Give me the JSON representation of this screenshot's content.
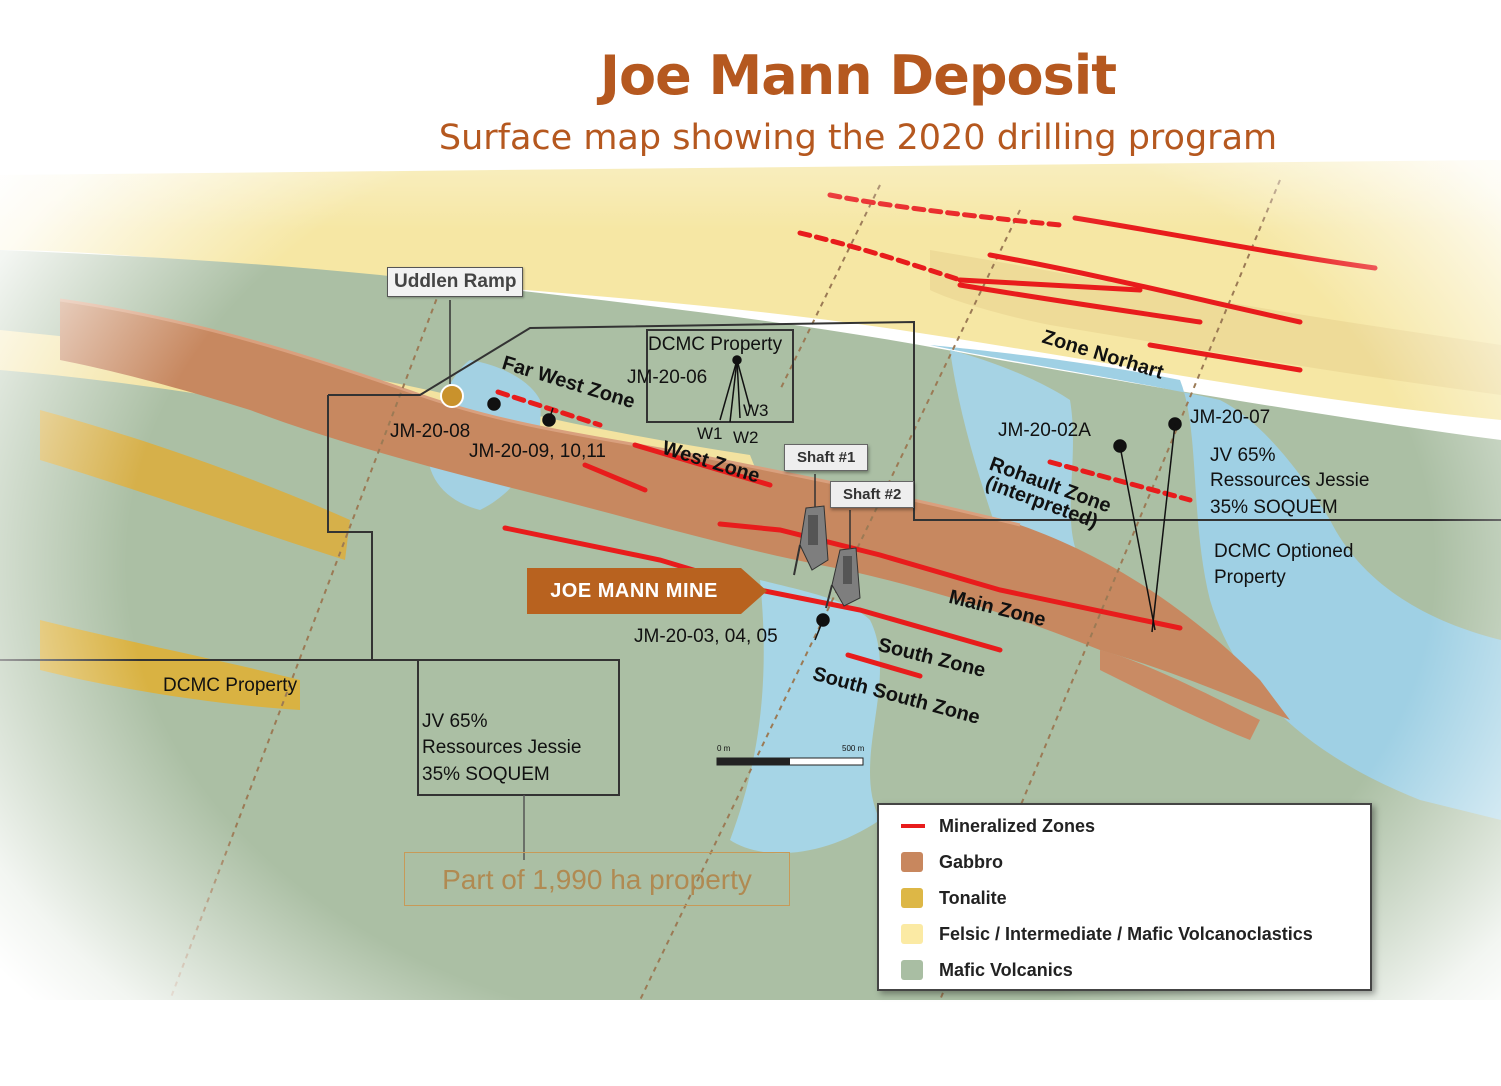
{
  "title": "Joe Mann Deposit",
  "subtitle": "Surface map showing the 2020 drilling program",
  "callouts": {
    "uddlen_ramp": "Uddlen Ramp",
    "shaft1": "Shaft #1",
    "shaft2": "Shaft #2",
    "mine": "JOE MANN MINE"
  },
  "properties": {
    "dcmc_top": "DCMC Property",
    "dcmc_left": "DCMC Property",
    "dcmc_optioned_1": "DCMC Optioned",
    "dcmc_optioned_2": "Property",
    "jv_right": [
      "JV 65%",
      "Ressources Jessie",
      "35% SOQUEM"
    ],
    "jv_bottom": [
      "JV 65%",
      "Ressources Jessie",
      "35% SOQUEM"
    ]
  },
  "zones": {
    "far_west": "Far West Zone",
    "west": "West Zone",
    "main": "Main Zone",
    "south": "South Zone",
    "south_south": "South South Zone",
    "norhart": "Zone Norhart",
    "rohault_1": "Rohault Zone",
    "rohault_2": "(interpreted)"
  },
  "drillholes": {
    "jm08": "JM-20-08",
    "jm09": "JM-20-09, 10,11",
    "jm06": "JM-20-06",
    "w1": "W1",
    "w2": "W2",
    "w3": "W3",
    "jm02a": "JM-20-02A",
    "jm07": "JM-20-07",
    "jm03": "JM-20-03, 04, 05"
  },
  "scale_bar": {
    "start": "0 m",
    "end": "500 m"
  },
  "property_note": "Part of 1,990 ha property",
  "legend": [
    {
      "label": "Mineralized Zones",
      "kind": "line",
      "color": "#e81c1c"
    },
    {
      "label": "Gabbro",
      "kind": "fill",
      "color": "#c8875e"
    },
    {
      "label": "Tonalite",
      "kind": "fill",
      "color": "#ddb746"
    },
    {
      "label": "Felsic / Intermediate / Mafic Volcanoclastics",
      "kind": "fill",
      "color": "#fbeaa4"
    },
    {
      "label": "Mafic Volcanics",
      "kind": "fill",
      "color": "#a9bea3"
    }
  ],
  "colors": {
    "title": "#b5581f",
    "mine_banner": "#b8621f",
    "mineralized": "#e81c1c",
    "gabbro": "#c8875e",
    "tonalite": "#ddb746",
    "felsic": "#fbeaa4",
    "mafic": "#a9bea3",
    "water": "#9fd0e4"
  }
}
